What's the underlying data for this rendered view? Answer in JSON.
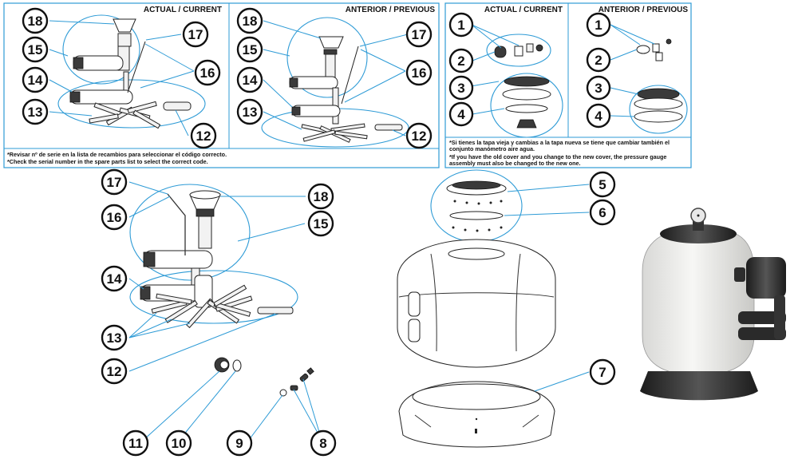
{
  "headers": {
    "actual_current_1": "ACTUAL / CURRENT",
    "anterior_previous_1": "ANTERIOR / PREVIOUS",
    "actual_current_2": "ACTUAL / CURRENT",
    "anterior_previous_2": "ANTERIOR / PREVIOUS"
  },
  "notes": {
    "serial_es": "*Revisar nº de serie en la lista de recambios para seleccionar el código correcto.",
    "serial_en": "*Check the serial number in the spare parts list to select the correct code.",
    "cover_es_1": "*Si tienes la tapa vieja y cambias a la tapa nueva se tiene que cambiar también el",
    "cover_es_2": "conjunto manómetro aire agua.",
    "cover_en_1": "*If you have the old cover and you change to the new cover, the pressure gauge",
    "cover_en_2": "assembly must also be changed to the new one."
  },
  "callouts": {
    "c18": "18",
    "c15": "15",
    "c17": "17",
    "c16": "16",
    "c14": "14",
    "c13": "13",
    "c12": "12",
    "p18": "18",
    "p15": "15",
    "p17": "17",
    "p16": "16",
    "p14": "14",
    "p13": "13",
    "p12": "12",
    "a1": "1",
    "a2": "2",
    "a3": "3",
    "a4": "4",
    "b1": "1",
    "b2": "2",
    "b3": "3",
    "b4": "4",
    "m17": "17",
    "m16": "16",
    "m18": "18",
    "m15": "15",
    "m14": "14",
    "m13": "13",
    "m12": "12",
    "m11": "11",
    "m10": "10",
    "m9": "9",
    "m8": "8",
    "t5": "5",
    "t6": "6",
    "t7": "7"
  },
  "colors": {
    "callout_lines": "#2e9bd6",
    "callout_circle": "#111111",
    "tank_white": "#f4f4f4",
    "tank_dark": "#2b2b2b"
  }
}
